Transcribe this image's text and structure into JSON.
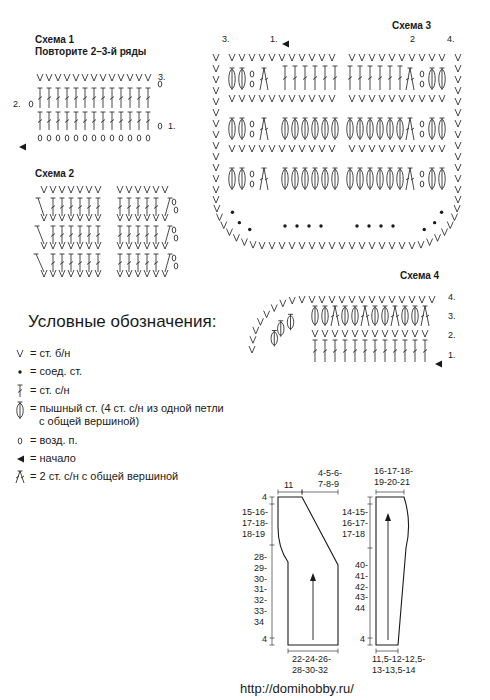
{
  "diagram": {
    "labels": [
      "Схема 1",
      "Повторите 2–3-й ряды",
      "3.",
      "2.",
      "1.",
      "Схема 2",
      "Схема 3",
      "3.",
      "1.",
      "2",
      "4.",
      "Схема 4",
      "4.",
      "3.",
      "2.",
      "1.",
      "Условные обозначения:",
      "4",
      "11",
      "15-16- 17-18- 18-19",
      "28- 29- 30- 31- 32- 33- 34",
      "4",
      "22-24-26- 28-30-32",
      "4-5-6- 7-8-9",
      "16-17-18- 19-20-21",
      "14-15- 16-17- 17-18",
      "40- 41- 42- 43- 44",
      "4",
      "11,5-12-12,5- 13-13,5-14",
      "http://domihobby.ru/"
    ],
    "legend": [
      {
        "text": "= ст. б/н"
      },
      {
        "text": "= соед. ст."
      },
      {
        "text": "= ст. с/н"
      },
      {
        "text": "= пышный ст. (4 ст. с/н из одной петли с общей вершиной)"
      },
      {
        "text": "= возд. п."
      },
      {
        "text": "= начало"
      },
      {
        "text": "= 2 ст. с/н с общей вершиной"
      }
    ]
  }
}
